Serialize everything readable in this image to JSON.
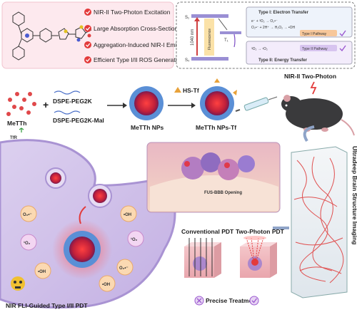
{
  "features": [
    "NIR-II Two-Photon Excitation",
    "Large Absorption Cross-Section",
    "Aggregation-Induced NIR-I Emission",
    "Efficient Type I/II ROS Generation"
  ],
  "mechanism": {
    "s1": "S₁",
    "t1": "T₁",
    "s0": "S₀",
    "wavelength": "1040 nm",
    "fluorescence": "Fluorescence",
    "type1_title": "Type I: Electron Transfer",
    "type1_line1": "e⁻ + ³O₂ → O₂•⁻",
    "type1_line2": "O₂•⁻ + 2H⁺ → H₂O₂ → •OH",
    "type1_pathway": "Type I Pathway",
    "type2_line": "³O₂ → ¹O₂",
    "type2_pathway": "Type II Pathway",
    "type2_title": "Type II: Energy Transfer"
  },
  "synthesis": {
    "metth": "MeTTh",
    "peg1": "DSPE-PEG2K",
    "peg2": "DSPE-PEG2K-Mal",
    "nps": "MeTTh NPs",
    "hstf": "HS-Tf",
    "npstf": "MeTTh NPs-Tf",
    "nir2": "NIR-II Two-Photon"
  },
  "labels": {
    "tfr": "TfR",
    "fus": "FUS-BBB Opening",
    "brain_imaging": "Ultradeep Brain Structure Imaging",
    "conventional": "Conventional PDT",
    "twophoton": "Two-Photon PDT",
    "precise": "Precise Treatment",
    "guided": "NIR FLI-Guided Type I/II PDT"
  },
  "ros": {
    "oh": "•OH",
    "o2": "O₂•⁻",
    "singlet": "¹O₂"
  },
  "icons": {
    "check": "check-icon",
    "cross": "cross-icon",
    "mouse": "mouse-icon",
    "syringe": "syringe-icon",
    "lightning": "lightning-icon",
    "skull": "skull-icon"
  },
  "colors": {
    "accent_red": "#e33b3b",
    "lavender": "#c9b5e8",
    "pink": "#f4c9d4",
    "peach": "#f7c79a"
  }
}
